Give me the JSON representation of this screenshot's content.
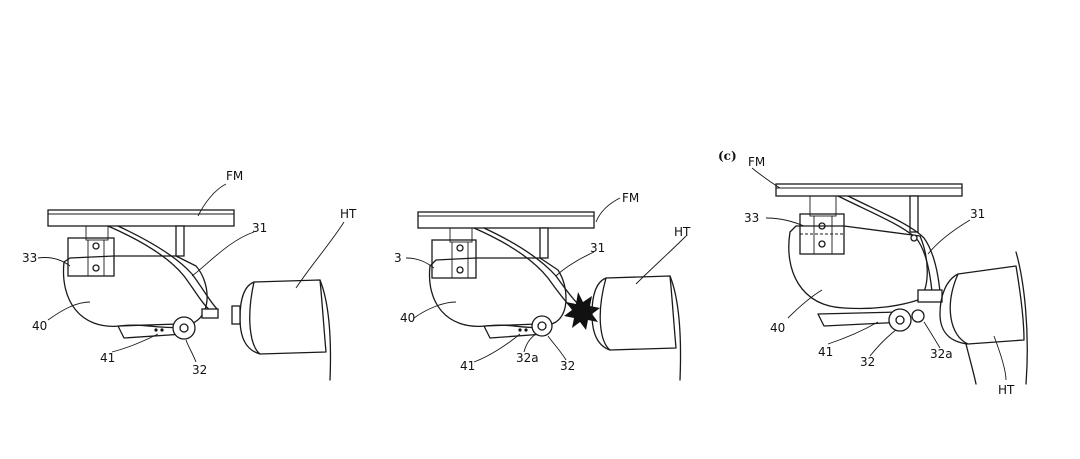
{
  "figure_a": {
    "labels": {
      "fm": "FM",
      "hook": "31",
      "bracket": "33",
      "body": "40",
      "bottom": "41",
      "roller": "32",
      "target": "HT"
    }
  },
  "figure_b": {
    "labels": {
      "fm": "FM",
      "hook": "31",
      "bracket": "3",
      "body": "40",
      "bottom": "41",
      "roller_a": "32a",
      "roller": "32",
      "target": "HT"
    }
  },
  "figure_c": {
    "panel_label": "(c)",
    "labels": {
      "fm": "FM",
      "hook": "31",
      "bracket": "33",
      "body": "40",
      "bottom": "41",
      "roller": "32",
      "roller_a": "32a",
      "target": "HT"
    }
  }
}
